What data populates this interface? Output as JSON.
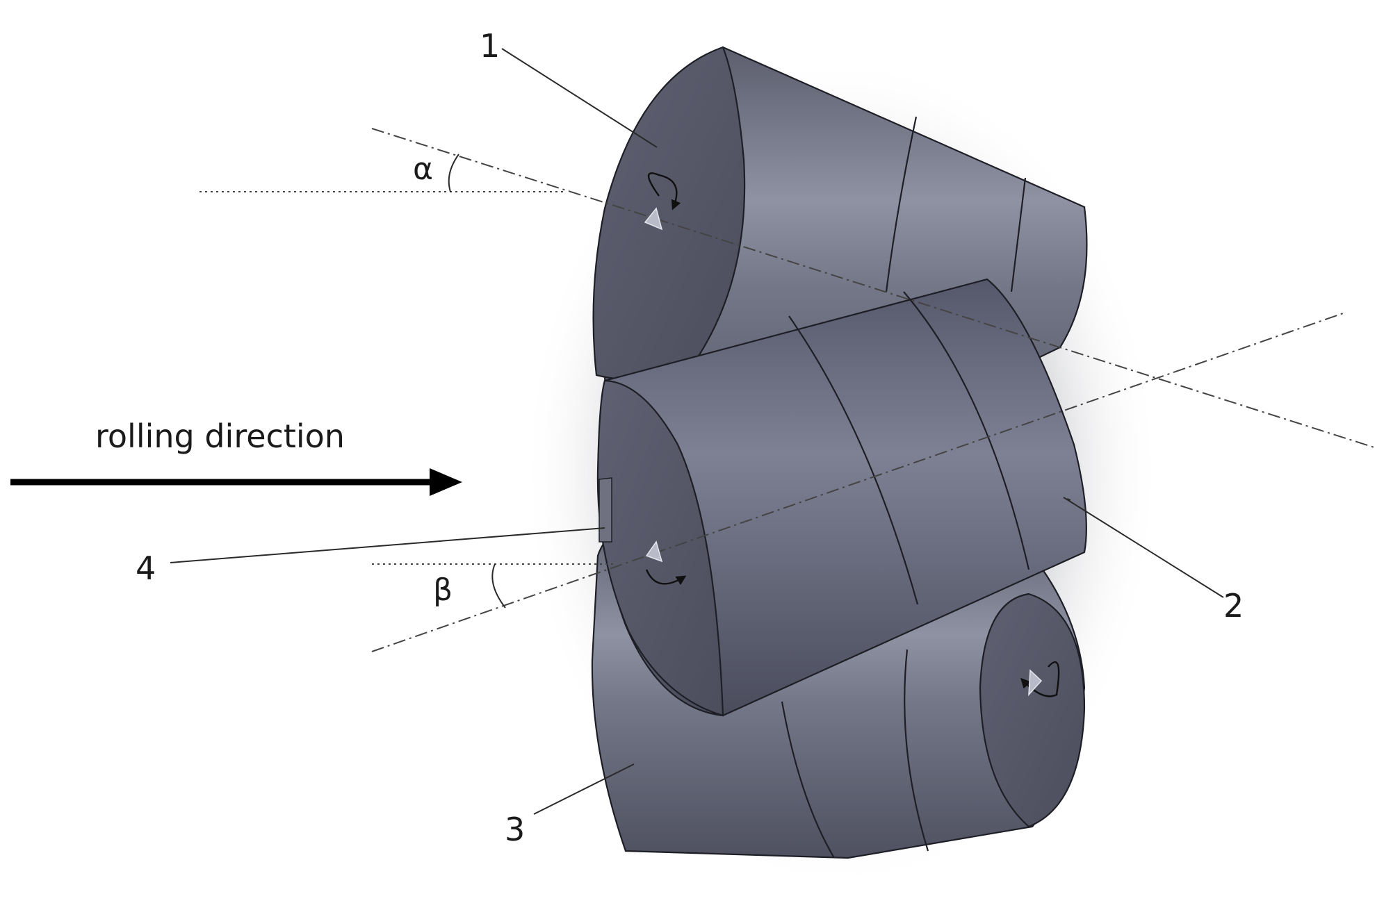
{
  "labels": {
    "roll_1": "1",
    "roll_2": "2",
    "roll_3": "3",
    "workpiece_4": "4",
    "alpha": "α",
    "beta": "β",
    "rolling_direction": "rolling direction"
  }
}
